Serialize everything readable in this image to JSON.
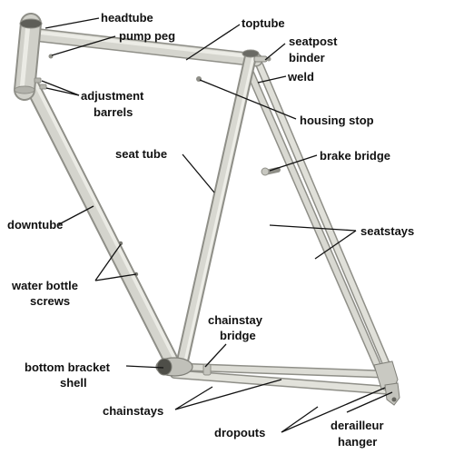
{
  "colors": {
    "frame_light": "#d9d9d2",
    "frame_mid": "#b9b9b2",
    "frame_edge": "#8f8f88",
    "label": "#111111",
    "background": "#ffffff"
  },
  "labels": {
    "headtube": "headtube",
    "pump_peg": "pump peg",
    "toptube": "toptube",
    "seatpost_binder_1": "seatpost",
    "seatpost_binder_2": "binder",
    "weld": "weld",
    "adjustment_barrels_1": "adjustment",
    "adjustment_barrels_2": "barrels",
    "housing_stop": "housing stop",
    "seat_tube": "seat tube",
    "brake_bridge": "brake bridge",
    "downtube": "downtube",
    "seatstays": "seatstays",
    "water_bottle_screws_1": "water bottle",
    "water_bottle_screws_2": "screws",
    "chainstay_bridge_1": "chainstay",
    "chainstay_bridge_2": "bridge",
    "bottom_bracket_shell_1": "bottom bracket",
    "bottom_bracket_shell_2": "shell",
    "chainstays": "chainstays",
    "dropouts": "dropouts",
    "derailleur_hanger_1": "derailleur",
    "derailleur_hanger_2": "hanger"
  }
}
